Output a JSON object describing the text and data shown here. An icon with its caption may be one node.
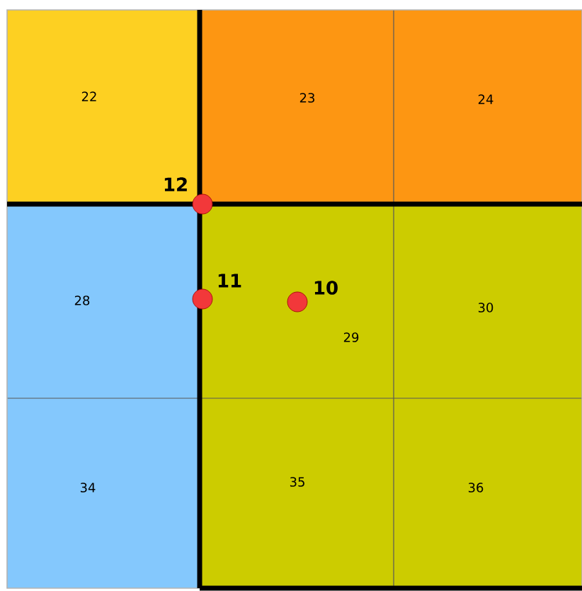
{
  "diagram": {
    "nodes": [
      {
        "text": [
          "22"
        ]
      },
      {
        "text": [
          "23"
        ]
      },
      {
        "text": [
          "24"
        ]
      },
      {
        "text": [
          "28"
        ]
      },
      {
        "text": [
          "29"
        ]
      },
      {
        "text": [
          "30"
        ]
      },
      {
        "text": [
          "34"
        ]
      },
      {
        "text": [
          "35"
        ]
      },
      {
        "text": [
          "36"
        ]
      }
    ],
    "labels": [
      "12",
      "11",
      "10"
    ]
  }
}
